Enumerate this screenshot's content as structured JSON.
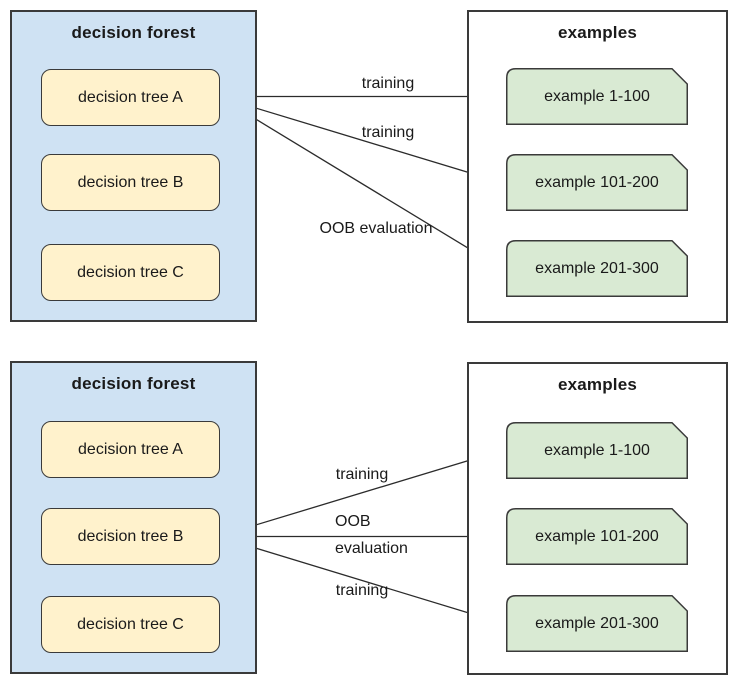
{
  "colors": {
    "forest_fill": "#cfe2f3",
    "tree_fill": "#fff2cc",
    "example_fill": "#d9ead3",
    "border": "#3a3a3a",
    "arrow": "#2b2b2b"
  },
  "panels": [
    {
      "forest": {
        "title": "decision forest",
        "trees": [
          "decision tree A",
          "decision tree B",
          "decision tree C"
        ]
      },
      "examples": {
        "title": "examples",
        "items": [
          "example 1-100",
          "example 101-200",
          "example 201-300"
        ]
      },
      "arrow_labels": [
        {
          "text": "training"
        },
        {
          "text": "training"
        },
        {
          "text": "OOB evaluation"
        }
      ]
    },
    {
      "forest": {
        "title": "decision forest",
        "trees": [
          "decision tree A",
          "decision tree B",
          "decision tree C"
        ]
      },
      "examples": {
        "title": "examples",
        "items": [
          "example 1-100",
          "example 101-200",
          "example 201-300"
        ]
      },
      "arrow_labels": [
        {
          "text": "training"
        },
        {
          "lines": [
            "OOB",
            "evaluation"
          ]
        },
        {
          "text": "training"
        }
      ]
    }
  ]
}
